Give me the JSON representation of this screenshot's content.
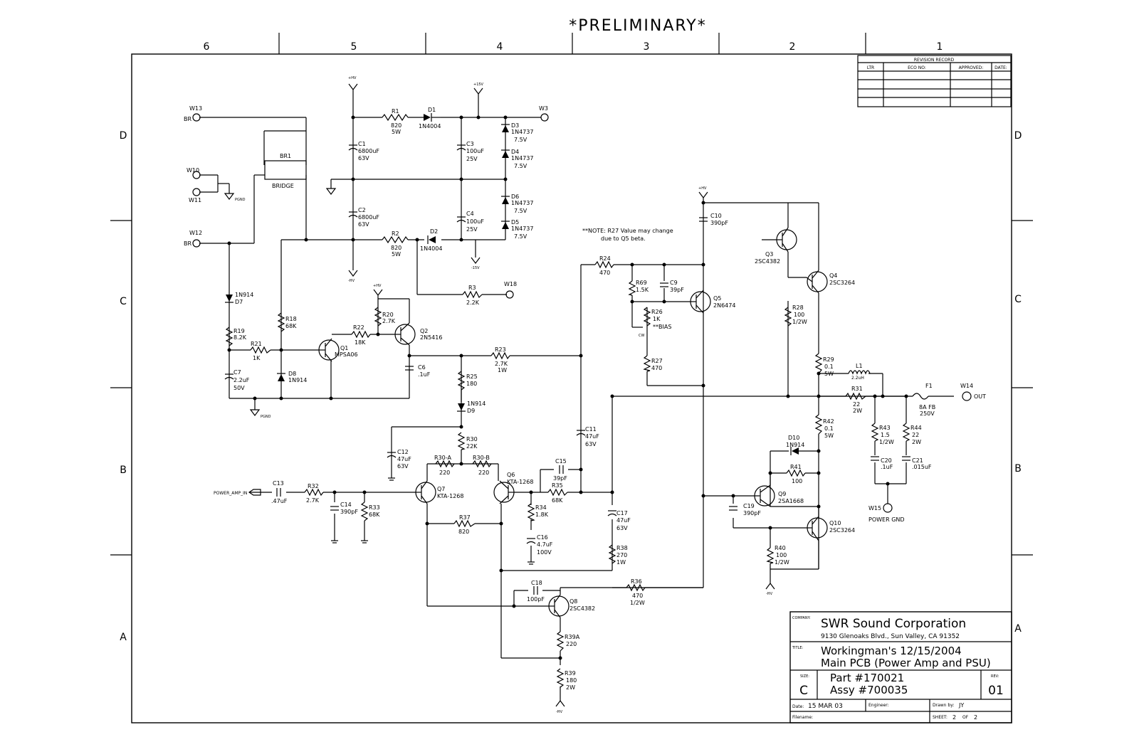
{
  "header": {
    "stamp": "*PRELIMINARY*"
  },
  "zones": {
    "columns": [
      "6",
      "5",
      "4",
      "3",
      "2",
      "1"
    ],
    "rows": [
      "D",
      "C",
      "B",
      "A"
    ]
  },
  "revision": {
    "title": "REVISION RECORD",
    "headers": [
      "LTR",
      "ECO NO:",
      "APPROVED:",
      "DATE:"
    ]
  },
  "title_block": {
    "company_label": "COMPANY:",
    "company": "SWR Sound Corporation",
    "address": "9130 Glenoaks Blvd., Sun Valley, CA 91352",
    "title_label": "TITLE:",
    "title_1": "Workingman's 12/15/2004",
    "title_2": "Main PCB (Power Amp and PSU)",
    "size_label": "SIZE:",
    "size": "C",
    "part": "Part #170021",
    "assy": "Assy #700035",
    "rev_label": "REV:",
    "rev": "01",
    "date_label": "Date:",
    "date": "15 MAR 03",
    "engineer_label": "Engineer:",
    "drawn_label": "Drawn by:",
    "drawn": "JY",
    "filename_label": "Filename:",
    "sheet_label": "SHEET:",
    "sheet": "2",
    "of_label": "OF",
    "of": "2"
  },
  "note": {
    "line1": "**NOTE: R27 Value may change",
    "line2": "due to Q5 beta."
  },
  "connectors": {
    "w13": "W13",
    "w10": "W10",
    "w11": "W11",
    "w12": "W12",
    "br": "BR",
    "w3": "W3",
    "w18": "W18",
    "w14": "W14",
    "out": "OUT",
    "w15": "W15",
    "power_gnd": "POWER GND",
    "power_amp_in": "POWER_AMP_IN"
  },
  "rails": {
    "hv_pos": "+HV",
    "hv_neg": "-HV",
    "v15_pos": "+15V",
    "v15_neg": "-15V",
    "pgnd": "PGND"
  },
  "parts": {
    "br1": "BR1",
    "bridge": "BRIDGE",
    "r1": "R1",
    "r1_v": "820",
    "r1_w": "5W",
    "r2": "R2",
    "r2_v": "820",
    "r2_w": "5W",
    "d1": "D1",
    "d1_v": "1N4004",
    "d2": "D2",
    "d2_v": "1N4004",
    "c1": "C1",
    "c1_v": "6800uF",
    "c1_w": "63V",
    "c2": "C2",
    "c2_v": "6800uF",
    "c2_w": "63V",
    "c3": "C3",
    "c3_v": "100uF",
    "c3_w": "25V",
    "c4": "C4",
    "c4_v": "100uF",
    "c4_w": "25V",
    "d3": "D3",
    "d3_v": "1N4737",
    "d3_w": "7.5V",
    "d4": "D4",
    "d4_v": "1N4737",
    "d4_w": "7.5V",
    "d6": "D6",
    "d6_v": "1N4737",
    "d6_w": "7.5V",
    "d5": "D5",
    "d5_v": "1N4737",
    "d5_w": "7.5V",
    "r3": "R3",
    "r3_v": "2.2K",
    "d7": "D7",
    "d7_v": "1N914",
    "r19": "R19",
    "r19_v": "8.2K",
    "r21": "R21",
    "r21_v": "1K",
    "r18": "R18",
    "r18_v": "68K",
    "c7": "C7",
    "c7_v": "2.2uF",
    "c7_w": "50V",
    "d8": "D8",
    "d8_v": "1N914",
    "q1": "Q1",
    "q1_v": "MPSA06",
    "r22": "R22",
    "r22_v": "18K",
    "r20": "R20",
    "r20_v": "2.7K",
    "q2": "Q2",
    "q2_v": "2N5416",
    "c6": "C6",
    "c6_v": ".1uF",
    "r23": "R23",
    "r23_v": "2.7K",
    "r23_w": "1W",
    "r25": "R25",
    "r25_v": "180",
    "d9": "D9",
    "d9_v": "1N914",
    "r30": "R30",
    "r30_v": "22K",
    "c12": "C12",
    "c12_v": "47uF",
    "c12_w": "63V",
    "r30a": "R30-A",
    "r30a_v": "220",
    "r30b": "R30-B",
    "r30b_v": "220",
    "c13": "C13",
    "c13_v": ".47uF",
    "r32": "R32",
    "r32_v": "2.7K",
    "c14": "C14",
    "c14_v": "390pF",
    "r33": "R33",
    "r33_v": "68K",
    "q7": "Q7",
    "q7_v": "KTA-1268",
    "q6": "Q6",
    "q6_v": "KTA-1268",
    "r37": "R37",
    "r37_v": "820",
    "c15": "C15",
    "c15_v": "39pF",
    "r35": "R35",
    "r35_v": "68K",
    "r34": "R34",
    "r34_v": "1.8K",
    "c16": "C16",
    "c16_v": "4.7uF",
    "c16_w": "100V",
    "c11": "C11",
    "c11_v": "47uF",
    "c11_w": "63V",
    "c17": "C17",
    "c17_v": "47uF",
    "c17_w": "63V",
    "r38": "R38",
    "r38_v": "270",
    "r38_w": "1W",
    "c18": "C18",
    "c18_v": "100pF",
    "q8": "Q8",
    "q8_v": "2SC4382",
    "r36": "R36",
    "r36_v": "470",
    "r36_w": "1/2W",
    "r39a": "R39A",
    "r39a_v": "220",
    "r39": "R39",
    "r39_v": "180",
    "r39_w": "2W",
    "r24": "R24",
    "r24_v": "470",
    "r69": "R69",
    "r69_v": "1.5K",
    "c9": "C9",
    "c9_v": "39pF",
    "r26": "R26",
    "r26_v": "1K",
    "bias": "**BIAS",
    "cw": "CW",
    "r27": "R27",
    "r27_v": "470",
    "q5": "Q5",
    "q5_v": "2N6474",
    "c10": "C10",
    "c10_v": "390pF",
    "q3": "Q3",
    "q3_v": "2SC4382",
    "q4": "Q4",
    "q4_v": "2SC3264",
    "r28": "R28",
    "r28_v": "100",
    "r28_w": "1/2W",
    "r29": "R29",
    "r29_v": "0.1",
    "r29_w": "5W",
    "l1": "L1",
    "l1_v": "2.2uH",
    "r31": "R31",
    "r31_v": "22",
    "r31_w": "2W",
    "f1": "F1",
    "f1_v": "8A FB",
    "f1_w": "250V",
    "r42": "R42",
    "r42_v": "0.1",
    "r42_w": "5W",
    "r43": "R43",
    "r43_v": "1.5",
    "r43_w": "1/2W",
    "r44": "R44",
    "r44_v": "22",
    "r44_w": "2W",
    "c20": "C20",
    "c20_v": ".1uF",
    "c21": "C21",
    "c21_v": ".015uF",
    "d10": "D10",
    "d10_v": "1N914",
    "r41": "R41",
    "r41_v": "100",
    "q9": "Q9",
    "q9_v": "2SA1668",
    "c19": "C19",
    "c19_v": "390pF",
    "q10": "Q10",
    "q10_v": "2SC3264",
    "r40": "R40",
    "r40_v": "100",
    "r40_w": "1/2W"
  }
}
